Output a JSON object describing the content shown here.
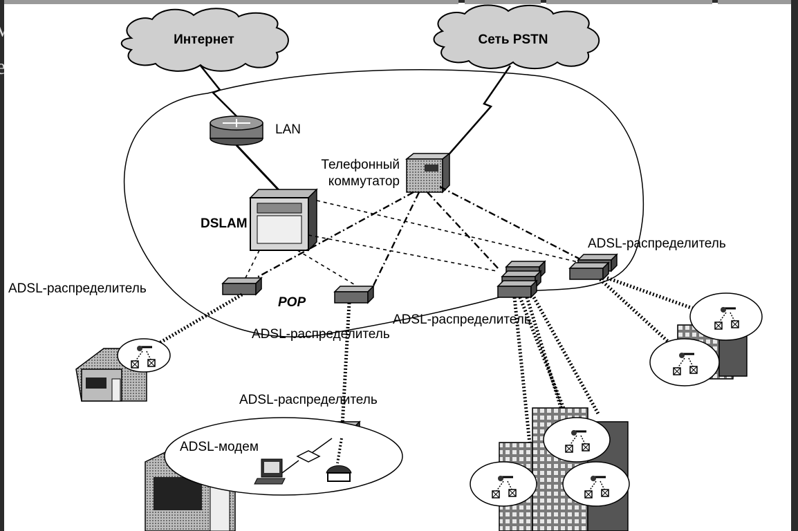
{
  "background": {
    "fragment_1": "м",
    "fragment_2": "е"
  },
  "labels": {
    "internet": "Интернет",
    "pstn": "Сеть PSTN",
    "lan": "LAN",
    "switch_line1": "Телефонный",
    "switch_line2": "коммутатор",
    "dslam": "DSLAM",
    "pop": "POP",
    "adsl_splitter": "ADSL-распределитель",
    "adsl_modem": "ADSL-модем"
  },
  "colors": {
    "slide_background": "#2b2b2b",
    "diagram_background": "#ffffff",
    "lines": "#000000"
  }
}
